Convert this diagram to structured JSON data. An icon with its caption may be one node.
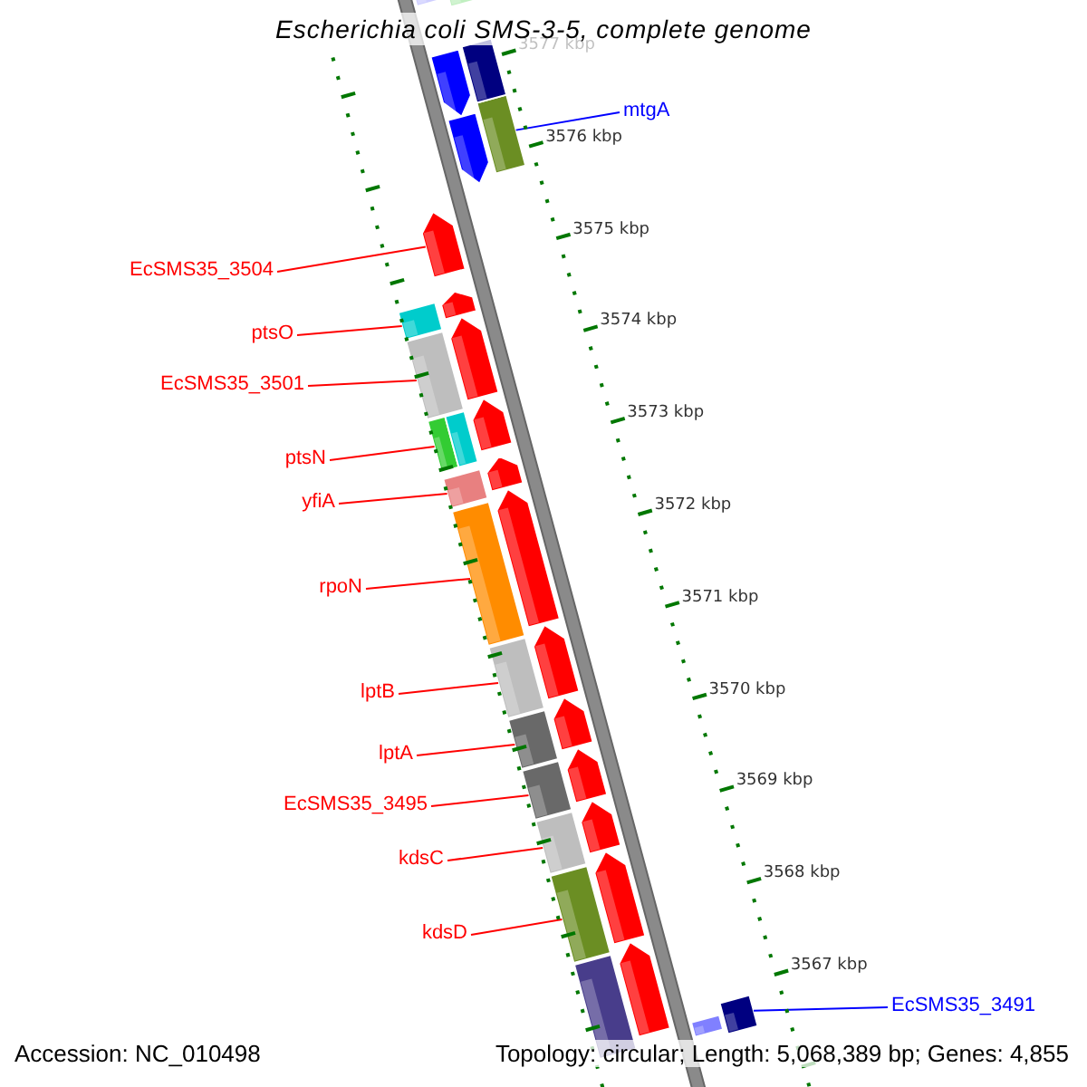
{
  "diagram": {
    "title": "Escherichia coli SMS-3-5, complete genome",
    "nodes": [
      {
        "text": [
          "mtgA"
        ]
      },
      {
        "text": [],
        "shape": "bar"
      },
      {
        "text": [
          "EcSMS35_3504"
        ]
      },
      {
        "text": [],
        "shape": "arrow"
      },
      {
        "text": [
          "ptsO"
        ]
      },
      {
        "text": [],
        "shape": "bar"
      },
      {
        "text": [
          "EcSMS35_3501"
        ]
      },
      {
        "text": [],
        "shape": "bar"
      },
      {
        "text": [
          "ptsN"
        ]
      },
      {
        "text": [],
        "shape": "bar"
      },
      {
        "text": [
          "yfiA"
        ]
      },
      {
        "text": [],
        "shape": "bar"
      },
      {
        "text": [
          "rpoN"
        ]
      },
      {
        "text": [],
        "shape": "bar"
      },
      {
        "text": [
          "lptB"
        ]
      },
      {
        "text": [],
        "shape": "bar"
      },
      {
        "text": [
          "lptA"
        ]
      },
      {
        "text": [],
        "shape": "bar"
      },
      {
        "text": [
          "EcSMS35_3495"
        ]
      },
      {
        "text": [],
        "shape": "bar"
      },
      {
        "text": [
          "kdsC"
        ]
      },
      {
        "text": [],
        "shape": "bar"
      },
      {
        "text": [
          "kdsD"
        ]
      },
      {
        "text": [],
        "shape": "bar"
      },
      {
        "text": [
          "EcSMS35_3491"
        ]
      },
      {
        "text": [],
        "shape": "bar"
      },
      {
        "text": [],
        "shape": "bar"
      },
      {
        "text": [],
        "shape": "bar"
      },
      {
        "text": [],
        "shape": "arrow"
      },
      {
        "text": [],
        "shape": "arrow"
      },
      {
        "text": [],
        "shape": "bar"
      },
      {
        "text": [],
        "shape": "arrow"
      },
      {
        "text": [],
        "shape": "arrow"
      },
      {
        "text": [],
        "shape": "arrow"
      },
      {
        "text": [],
        "shape": "arrow"
      },
      {
        "text": [],
        "shape": "arrow"
      },
      {
        "text": [],
        "shape": "arrow"
      },
      {
        "text": [],
        "shape": "arrow"
      },
      {
        "text": [],
        "shape": "arrow"
      },
      {
        "text": [],
        "shape": "arrow"
      },
      {
        "text": [],
        "shape": "arrow"
      },
      {
        "text": [],
        "shape": "arrow"
      },
      {
        "text": [],
        "shape": "bar"
      },
      {
        "text": [],
        "shape": "bar"
      },
      {
        "text": [],
        "shape": "bar"
      }
    ],
    "edges": [
      {
        "from": 0,
        "to": 1,
        "arrow": "none",
        "color": "#0000ff"
      },
      {
        "from": 2,
        "to": 3,
        "arrow": "none"
      },
      {
        "from": 4,
        "to": 5,
        "arrow": "none"
      },
      {
        "from": 6,
        "to": 7,
        "arrow": "none"
      },
      {
        "from": 8,
        "to": 9,
        "arrow": "none"
      },
      {
        "from": 10,
        "to": 11,
        "arrow": "none"
      },
      {
        "from": 12,
        "to": 13,
        "arrow": "none"
      },
      {
        "from": 14,
        "to": 15,
        "arrow": "none"
      },
      {
        "from": 16,
        "to": 17,
        "arrow": "none"
      },
      {
        "from": 18,
        "to": 19,
        "arrow": "none"
      },
      {
        "from": 20,
        "to": 21,
        "arrow": "none"
      },
      {
        "from": 22,
        "to": 23,
        "arrow": "none"
      },
      {
        "from": 24,
        "to": 25,
        "arrow": "none",
        "color": "#0000ff"
      }
    ],
    "labels": [
      "3577 kbp",
      "3576 kbp",
      "3575 kbp",
      "3574 kbp",
      "3573 kbp",
      "3572 kbp",
      "3571 kbp",
      "3570 kbp",
      "3569 kbp",
      "3568 kbp",
      "3567 kbp",
      "Accession: NC_010498",
      "Topology: circular; Length: 5,068,389 bp; Genes: 4,855"
    ]
  }
}
